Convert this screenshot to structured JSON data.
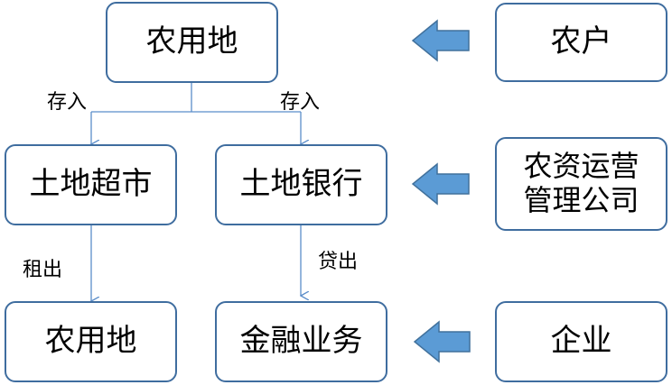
{
  "colors": {
    "box_border": "#3f6d9f",
    "connector_line": "#5b8dc9",
    "arrow_fill": "#5b9bd5",
    "arrow_stroke": "#41719c",
    "text": "#000000"
  },
  "nodes": {
    "farmland_top": "农用地",
    "farmer": "农户",
    "land_supermarket": "土地超市",
    "land_bank": "土地银行",
    "ops_company_line1": "农资运营",
    "ops_company_line2": "管理公司",
    "farmland_bottom": "农用地",
    "finance_business": "金融业务",
    "enterprise": "企业"
  },
  "edge_labels": {
    "deposit_left": "存入",
    "deposit_right": "存入",
    "rent_out": "租出",
    "lend_out": "贷出"
  },
  "icons": {
    "source_arrows": "left-block-arrow"
  }
}
